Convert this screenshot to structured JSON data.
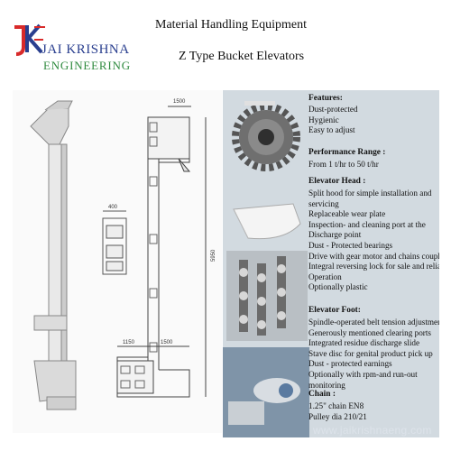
{
  "header": {
    "title": "Material Handling Equipment",
    "subtitle": "Z Type Bucket Elevators",
    "company_line1": "JAI KRISHNA",
    "company_line2": "ENGINEERING",
    "logo_letters": "JKE"
  },
  "drawing": {
    "dimension_top": "1500",
    "dimension_height": "5950",
    "dimension_bottom_left": "1150",
    "dimension_bottom_right": "1500",
    "dimension_bucket": "400"
  },
  "features": {
    "heading": "Features:",
    "items": [
      "Dust-protected",
      "Hygienic",
      "Easy to adjust"
    ]
  },
  "performance": {
    "heading": "Performance Range :",
    "items": [
      "From 1 t/hr to 50 t/hr"
    ]
  },
  "elevator_head": {
    "heading": "Elevator Head :",
    "items": [
      "Split hood for simple installation and",
      "servicing",
      "Replaceable wear plate",
      "Inspection- and cleaning port at the",
      "Discharge point",
      "Dust - Protected bearings",
      "Drive with gear motor and chains coupling",
      "Integral reversing lock for sale and reliable",
      "Operation",
      "Optionally plastic"
    ]
  },
  "elevator_foot": {
    "heading": "Elevator Foot:",
    "items": [
      "Spindle-operated belt tension adjustment",
      "Generously mentioned clearing ports",
      "Integrated residue discharge slide",
      "Stave disc for genital product pick up",
      "Dust - protected earnings",
      "Optionally with rpm-and run-out",
      "monitoring"
    ]
  },
  "chain": {
    "heading": "Chain :",
    "items": [
      "1.25\" chain EN8",
      "Pulley dia  210/21"
    ]
  },
  "website": "www.jaikrishnaeng.com",
  "colors": {
    "brand_blue": "#2a3f8f",
    "brand_green": "#2e8a3e",
    "panel_bg": "#d2dae0"
  }
}
